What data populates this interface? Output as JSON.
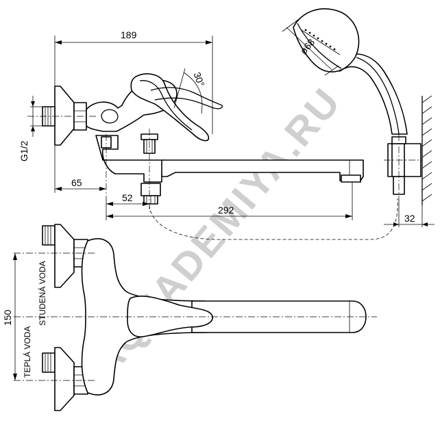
{
  "watermark": "AQUADEMIYA.RU",
  "dimensions": {
    "overall_length": "189",
    "lever_angle": "30°",
    "shower_head_diameter": "ø68",
    "thread": "G1/2",
    "inlet_offset": "65",
    "diverter_offset": "52",
    "spout_length": "292",
    "holder_offset": "32",
    "inlet_spacing": "150"
  },
  "labels": {
    "cold_water": "STUDENÁ VODA",
    "hot_water": "TEPLÁ VODA"
  }
}
